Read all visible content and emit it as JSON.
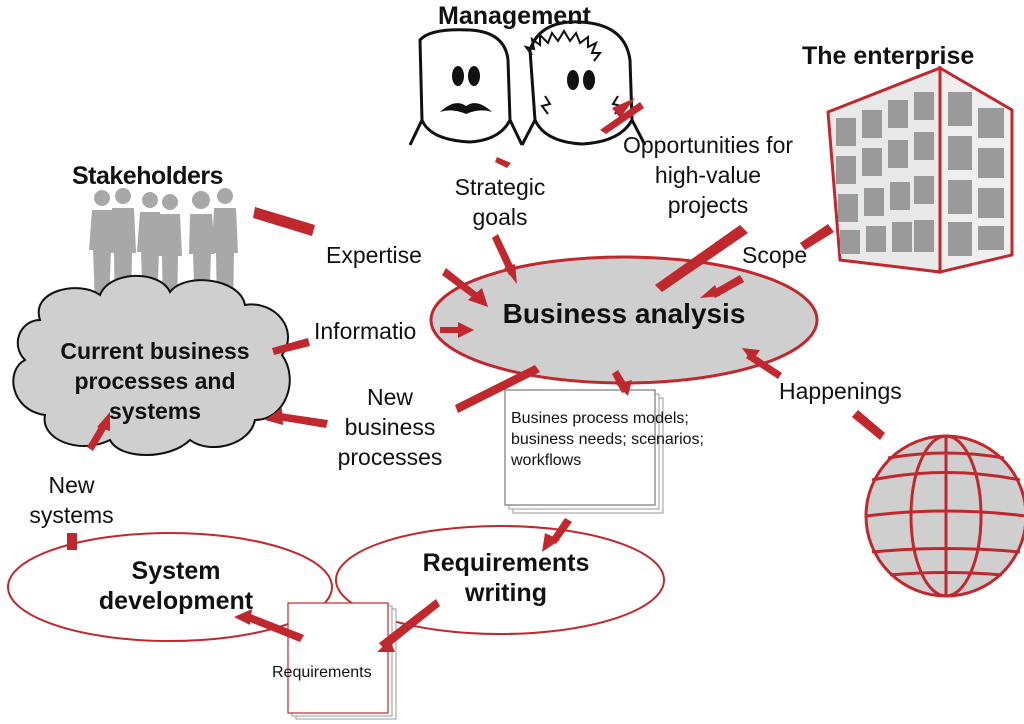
{
  "titles": {
    "management": "Management",
    "enterprise": "The enterprise",
    "stakeholders": "Stakeholders"
  },
  "nodes": {
    "business_analysis": "Business analysis",
    "current_business": [
      "Current business",
      "processes and",
      "systems"
    ],
    "requirements_writing": [
      "Requirements",
      "writing"
    ],
    "system_development": [
      "System",
      "development"
    ]
  },
  "edges": {
    "strategic_goals": [
      "Strategic",
      "goals"
    ],
    "opportunities": [
      "Opportunities for",
      "high-value",
      "projects"
    ],
    "expertise": "Expertise",
    "scope": "Scope",
    "information": "Informatio",
    "happenings": "Happenings",
    "new_business_processes": [
      "New",
      "business",
      "processes"
    ],
    "new_systems": [
      "New",
      "systems"
    ]
  },
  "documents": {
    "analysis_outputs": [
      "Busines process models;",
      "business needs; scenarios;",
      "workflows"
    ],
    "requirements": "Requirements"
  },
  "colors": {
    "accent_red": "#c0282d",
    "fill_gray": "#cfcfcf",
    "people_gray": "#a8a8a8",
    "text": "#111111"
  }
}
